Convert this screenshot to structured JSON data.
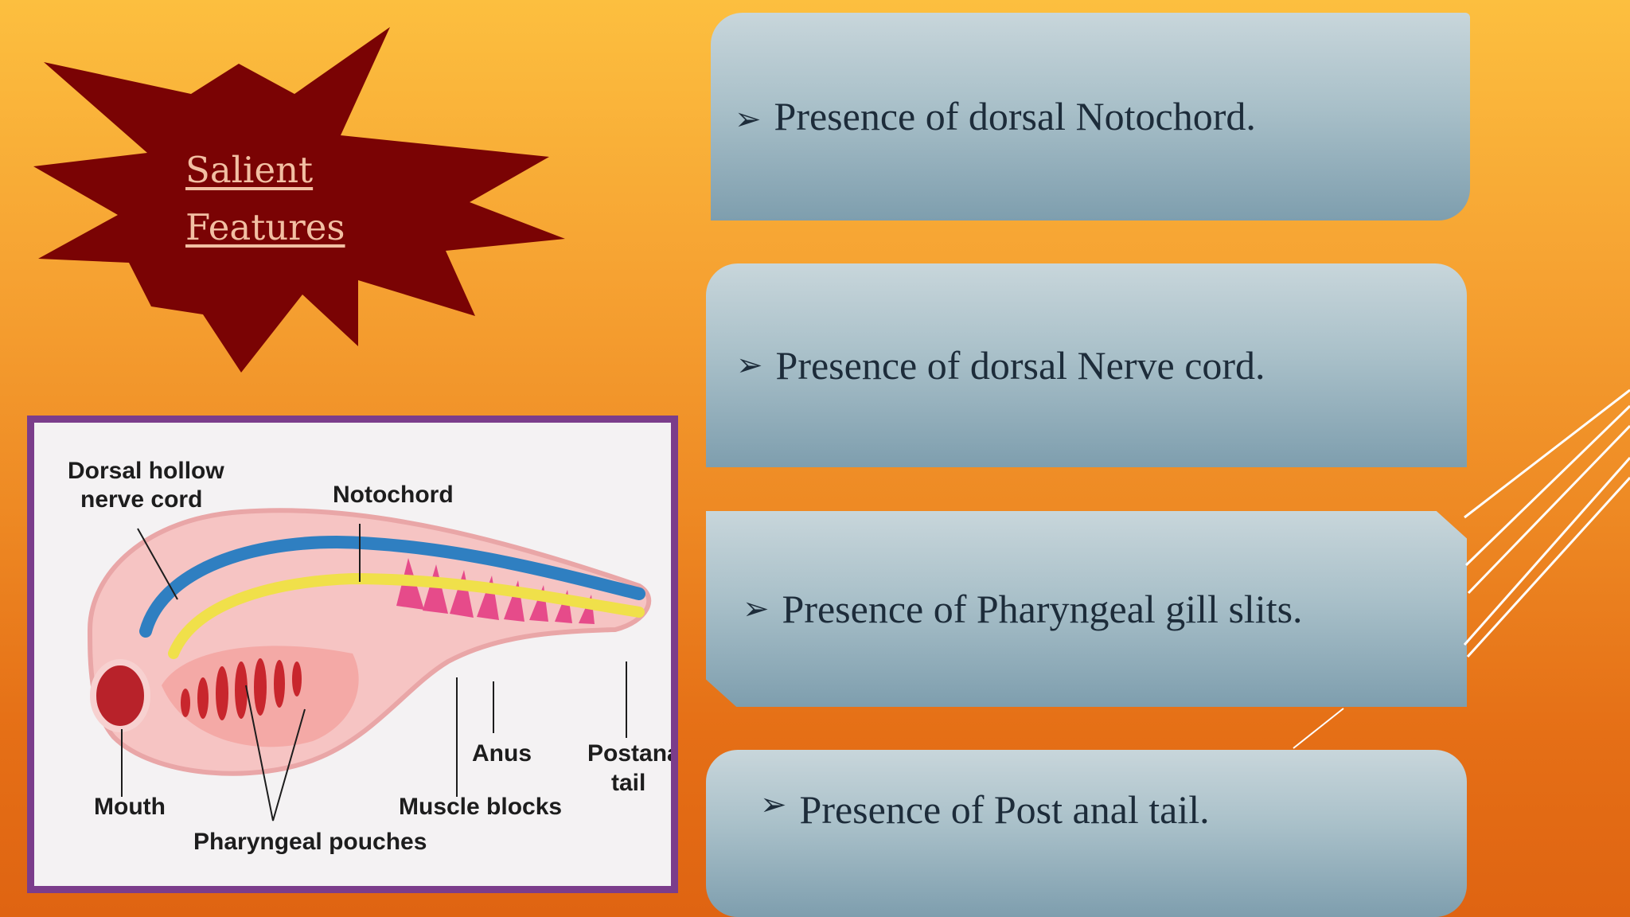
{
  "burst": {
    "line1": "Salient",
    "line2": "Features",
    "color": "#7a0304"
  },
  "features": [
    {
      "bullet": "➢",
      "text": "Presence of dorsal Notochord."
    },
    {
      "bullet": "➢",
      "text": "Presence of dorsal Nerve cord."
    },
    {
      "bullet": "➢",
      "text": "Presence of Pharyngeal gill slits."
    },
    {
      "bullet": "➢",
      "text": "Presence of Post anal tail."
    }
  ],
  "diagram": {
    "labels": {
      "nerve_cord_1": "Dorsal hollow",
      "nerve_cord_2": "nerve cord",
      "notochord": "Notochord",
      "anus": "Anus",
      "postanal_1": "Postanal",
      "postanal_2": "tail",
      "mouth": "Mouth",
      "muscle_blocks": "Muscle blocks",
      "pharyngeal_pouches": "Pharyngeal pouches"
    },
    "frame_color": "#7b3d8b"
  },
  "theme": {
    "background_top": "#fcbf3f",
    "background_bottom": "#df6412",
    "box_color": "#a9c0c9"
  }
}
